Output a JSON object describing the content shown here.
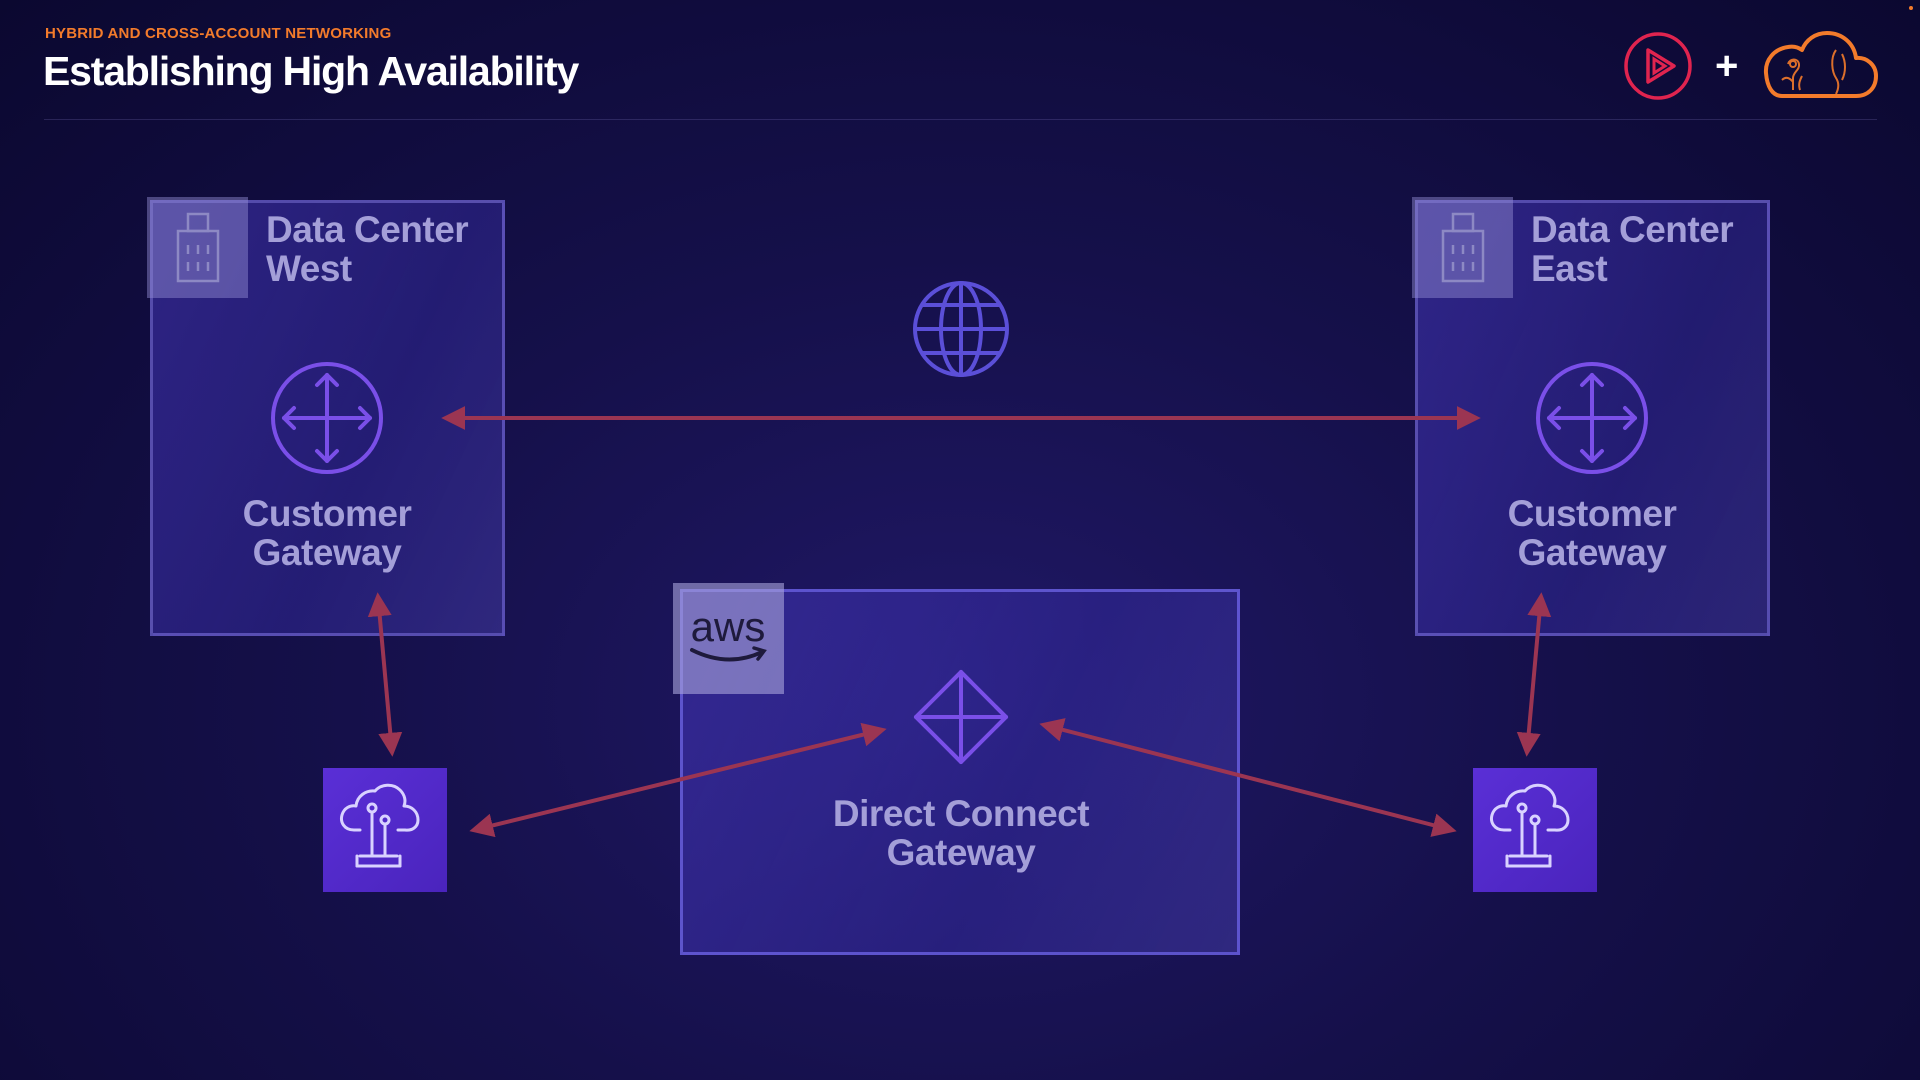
{
  "header": {
    "eyebrow": "HYBRID AND CROSS-ACCOUNT NETWORKING",
    "title": "Establishing High Availability",
    "plus": "+"
  },
  "diagram": {
    "west": {
      "title_line1": "Data Center",
      "title_line2": "West",
      "gateway_line1": "Customer",
      "gateway_line2": "Gateway"
    },
    "east": {
      "title_line1": "Data Center",
      "title_line2": "East",
      "gateway_line1": "Customer",
      "gateway_line2": "Gateway"
    },
    "aws": {
      "badge_text": "aws",
      "gateway_line1": "Direct Connect",
      "gateway_line2": "Gateway"
    },
    "connections": [
      "Customer Gateway (West) ↔ Customer Gateway (East) via Internet",
      "Customer Gateway (West) ↔ Direct Connect location (West)",
      "Direct Connect location (West) ↔ Direct Connect Gateway",
      "Customer Gateway (East) ↔ Direct Connect location (East)",
      "Direct Connect location (East) ↔ Direct Connect Gateway"
    ]
  },
  "icons": {
    "brand_play": "play-logo-icon",
    "brand_cloud": "cloud-academy-icon",
    "building": "building-icon",
    "router": "router-icon",
    "internet": "globe-icon",
    "dx_gateway": "direct-connect-gateway-icon",
    "dx_location": "direct-connect-location-icon"
  },
  "colors": {
    "accent": "#f37b2b",
    "play_logo": "#e0244f",
    "arrow": "#9b3552",
    "panel_text": "#a49fd8",
    "icon_stroke": "#7a4fe8",
    "endpoint": "#5a2fd6"
  }
}
